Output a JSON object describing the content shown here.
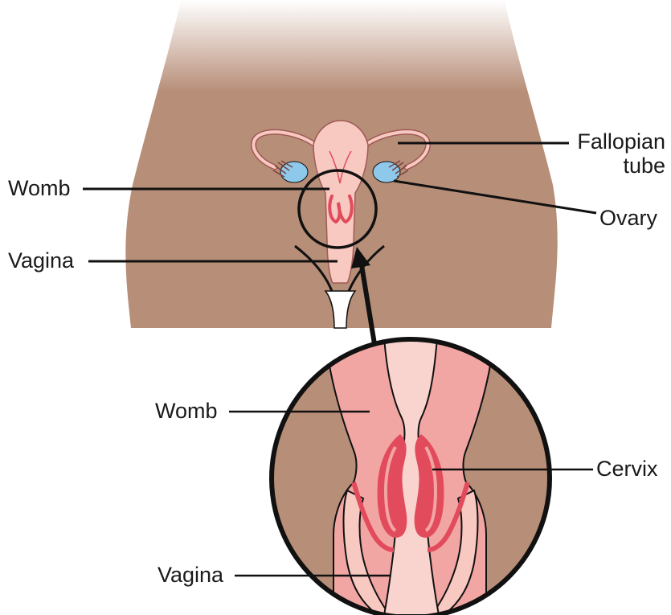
{
  "labels": {
    "fallopian_line1": "Fallopian",
    "fallopian_line2": "tube",
    "womb_top": "Womb",
    "ovary": "Ovary",
    "vagina_top": "Vagina",
    "womb_detail": "Womb",
    "cervix": "Cervix",
    "vagina_detail": "Vagina"
  },
  "colors": {
    "skin": "#b78e78",
    "organ_light": "#f7c9c1",
    "organ_mid": "#f2a6a4",
    "cervix_red": "#e24b5c",
    "ovary_blue": "#8ec9ec",
    "outline": "#111111"
  }
}
